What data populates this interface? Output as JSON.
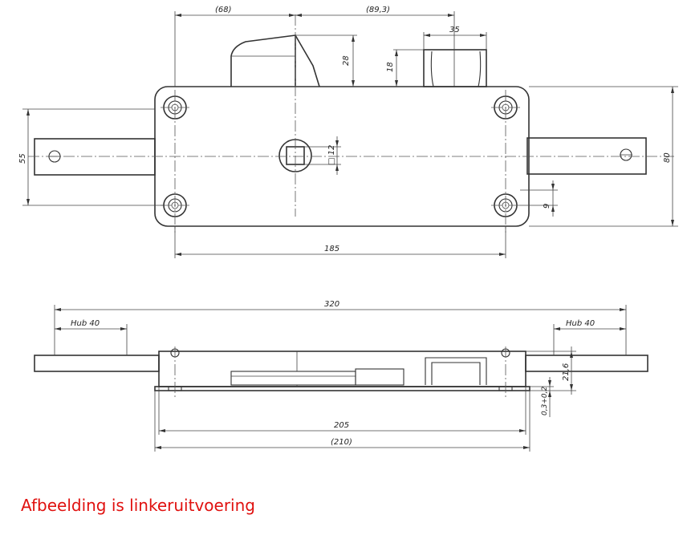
{
  "caption": "Afbeelding is linkeruitvoering",
  "caption_color": "#e0110f",
  "top_view": {
    "dim_left_offset": "(68)",
    "dim_right_offset": "(89,3)",
    "dim_slot_width": "35",
    "dim_handle_height": "28",
    "dim_slot_height": "18",
    "dim_height_left": "55",
    "dim_height_right": "80",
    "dim_square": "□ 12",
    "dim_hole_offset": "9",
    "dim_hole_spacing": "185"
  },
  "side_view": {
    "dim_total_length": "320",
    "dim_stroke_left": "Hub 40",
    "dim_stroke_right": "Hub 40",
    "dim_thickness": "21,6",
    "dim_tolerance": "0,3+0,2",
    "dim_body_length": "205",
    "dim_plate_length": "(210)"
  }
}
